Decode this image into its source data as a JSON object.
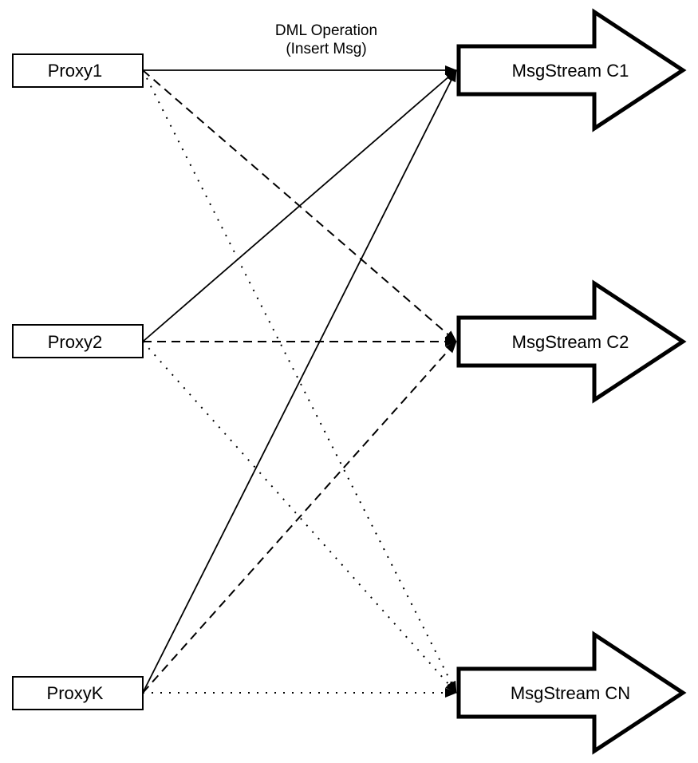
{
  "diagram": {
    "title": {
      "line1": "DML Operation",
      "line2": "(Insert Msg)"
    },
    "colors": {
      "background": "#ffffff",
      "ink": "#000000"
    },
    "proxies": [
      {
        "id": "proxy1",
        "label": "Proxy1"
      },
      {
        "id": "proxy2",
        "label": "Proxy2"
      },
      {
        "id": "proxyk",
        "label": "ProxyK"
      }
    ],
    "streams": [
      {
        "id": "c1",
        "label": "MsgStream C1",
        "incoming_line_style": "solid"
      },
      {
        "id": "c2",
        "label": "MsgStream C2",
        "incoming_line_style": "dashed"
      },
      {
        "id": "cn",
        "label": "MsgStream CN",
        "incoming_line_style": "dotted"
      }
    ],
    "edges": [
      {
        "from": "proxy1",
        "to": "c1",
        "style": "solid"
      },
      {
        "from": "proxy1",
        "to": "c2",
        "style": "dashed"
      },
      {
        "from": "proxy1",
        "to": "cn",
        "style": "dotted"
      },
      {
        "from": "proxy2",
        "to": "c1",
        "style": "solid"
      },
      {
        "from": "proxy2",
        "to": "c2",
        "style": "dashed"
      },
      {
        "from": "proxy2",
        "to": "cn",
        "style": "dotted"
      },
      {
        "from": "proxyk",
        "to": "c1",
        "style": "solid"
      },
      {
        "from": "proxyk",
        "to": "c2",
        "style": "dashed"
      },
      {
        "from": "proxyk",
        "to": "cn",
        "style": "dotted"
      }
    ]
  }
}
